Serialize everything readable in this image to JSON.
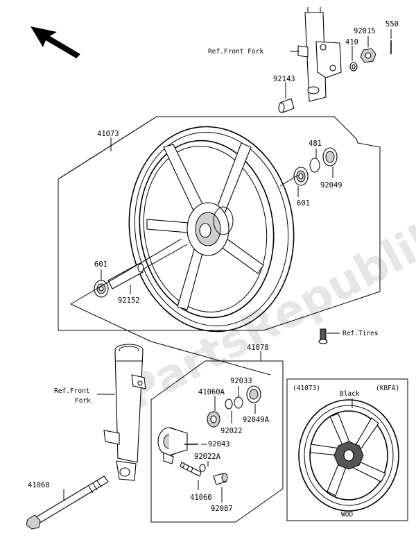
{
  "watermark": "PartsRepublik",
  "refs": {
    "front_fork_top": "Ref.Front Fork",
    "front_fork_bottom_1": "Ref.Front",
    "front_fork_bottom_2": "Fork",
    "tires": "Ref.Tires"
  },
  "parts": {
    "p550": "550",
    "p92015": "92015",
    "p410": "410",
    "p92143": "92143",
    "p41073": "41073",
    "p481": "481",
    "p92049": "92049",
    "p601_right": "601",
    "p601_left": "601",
    "p92152": "92152",
    "p41078": "41078",
    "p92033": "92033",
    "p41060A": "41060A",
    "p92022": "92022",
    "p92049A": "92049A",
    "p92043": "92043",
    "p92022A": "92022A",
    "p41060": "41060",
    "p92087": "92087",
    "p41068": "41068"
  },
  "inset": {
    "part_number": "(41073)",
    "variant_code": "(KBFA)",
    "color_label": "Black",
    "bottom_code": "WOD"
  }
}
